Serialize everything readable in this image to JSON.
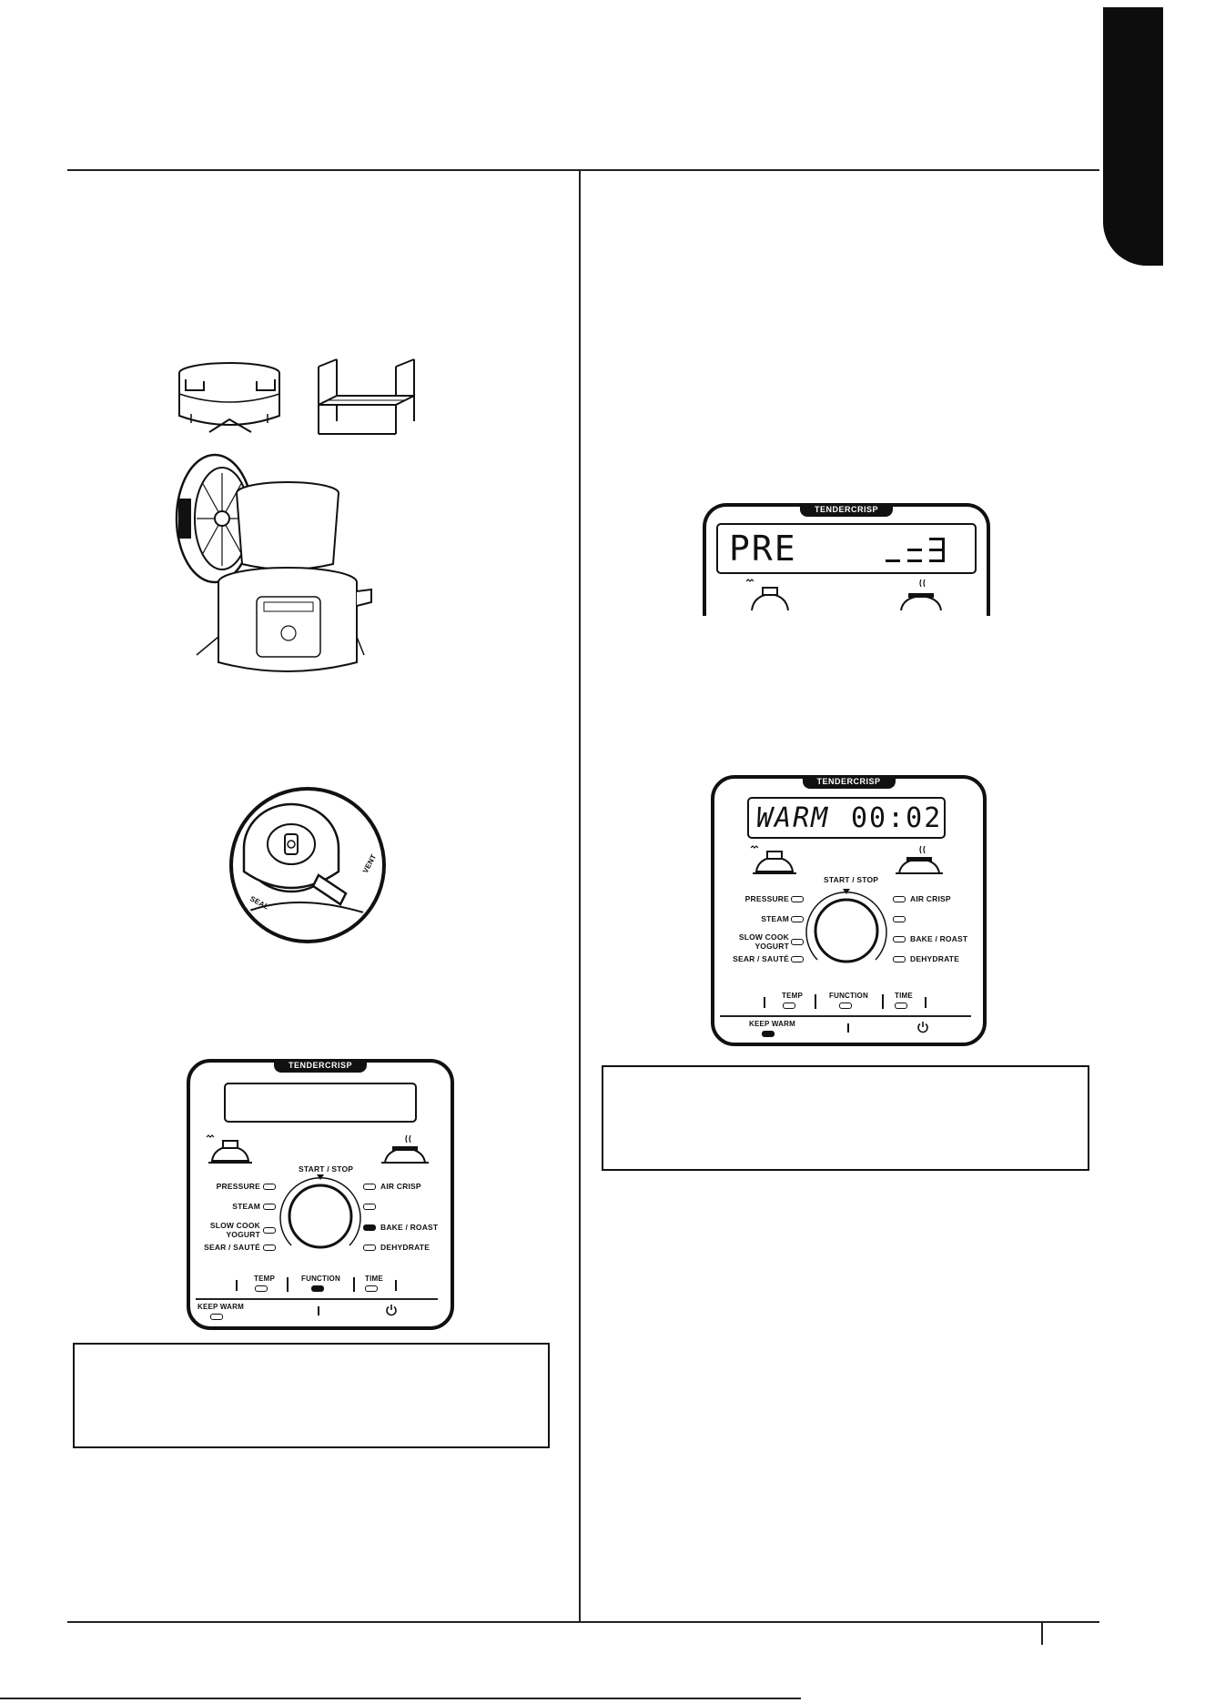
{
  "control_panel": {
    "brand": "TENDERCRISP",
    "dial_label": "START / STOP",
    "left_functions": [
      "PRESSURE",
      "STEAM",
      "SLOW COOK\nYOGURT",
      "SEAR / SAUTÉ"
    ],
    "right_functions": [
      "AIR CRISP",
      "",
      "BAKE / ROAST",
      "DEHYDRATE"
    ],
    "temp": "TEMP",
    "function": "FUNCTION",
    "time": "TIME",
    "keep_warm": "KEEP WARM"
  },
  "valve": {
    "seal": "SEAL",
    "vent": "VENT"
  },
  "displays": {
    "preheat": "PRE",
    "warm_mode": "WARM",
    "warm_time": "00:02"
  }
}
